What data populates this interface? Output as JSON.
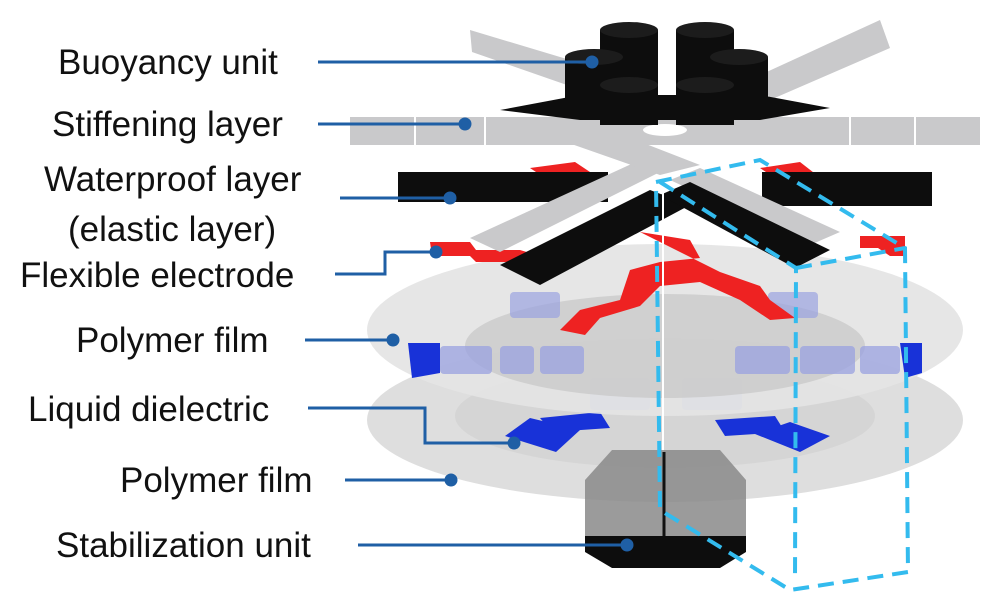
{
  "colors": {
    "leader": "#1f5fa5",
    "black_layer": "#0d0d0d",
    "gray_layer": "#c9c9cb",
    "electrode": "#ee2222",
    "dielectric": "#1832d8",
    "dielectric_faint": "#9aa2e0",
    "film": "#dcdcdc",
    "film_inner": "#c8c8c8",
    "dash_box": "#33bbee",
    "stabilizer": "#8a8a8a"
  },
  "labels": {
    "buoyancy": "Buoyancy unit",
    "stiffening": "Stiffening layer",
    "waterproof_1": "Waterproof layer",
    "waterproof_2": "(elastic layer)",
    "electrode": "Flexible electrode",
    "polymer_top": "Polymer film",
    "dielectric": "Liquid dielectric",
    "polymer_bottom": "Polymer film",
    "stabilization": "Stabilization unit"
  }
}
